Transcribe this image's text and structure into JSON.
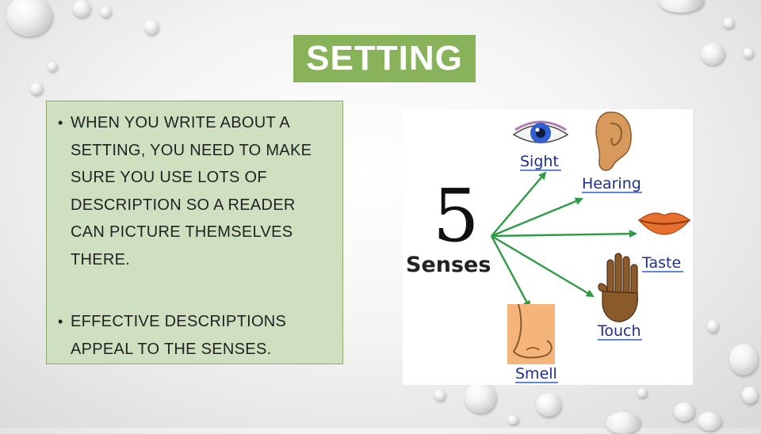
{
  "title": "SETTING",
  "bullets": [
    "WHEN YOU WRITE ABOUT A SETTING, YOU NEED TO MAKE SURE YOU USE LOTS OF DESCRIPTION SO A READER CAN PICTURE THEMSELVES THERE.",
    "EFFECTIVE DESCRIPTIONS APPEAL TO THE SENSES."
  ],
  "senses_image": {
    "number": "5",
    "heading": "Senses",
    "labels": {
      "sight": "Sight",
      "hearing": "Hearing",
      "taste": "Taste",
      "touch": "Touch",
      "smell": "Smell"
    }
  },
  "colors": {
    "title_bg": "#88b35a",
    "text_box_bg": "#cfe0c0",
    "arrow": "#2e9a46",
    "label": "#1f2e8a"
  }
}
